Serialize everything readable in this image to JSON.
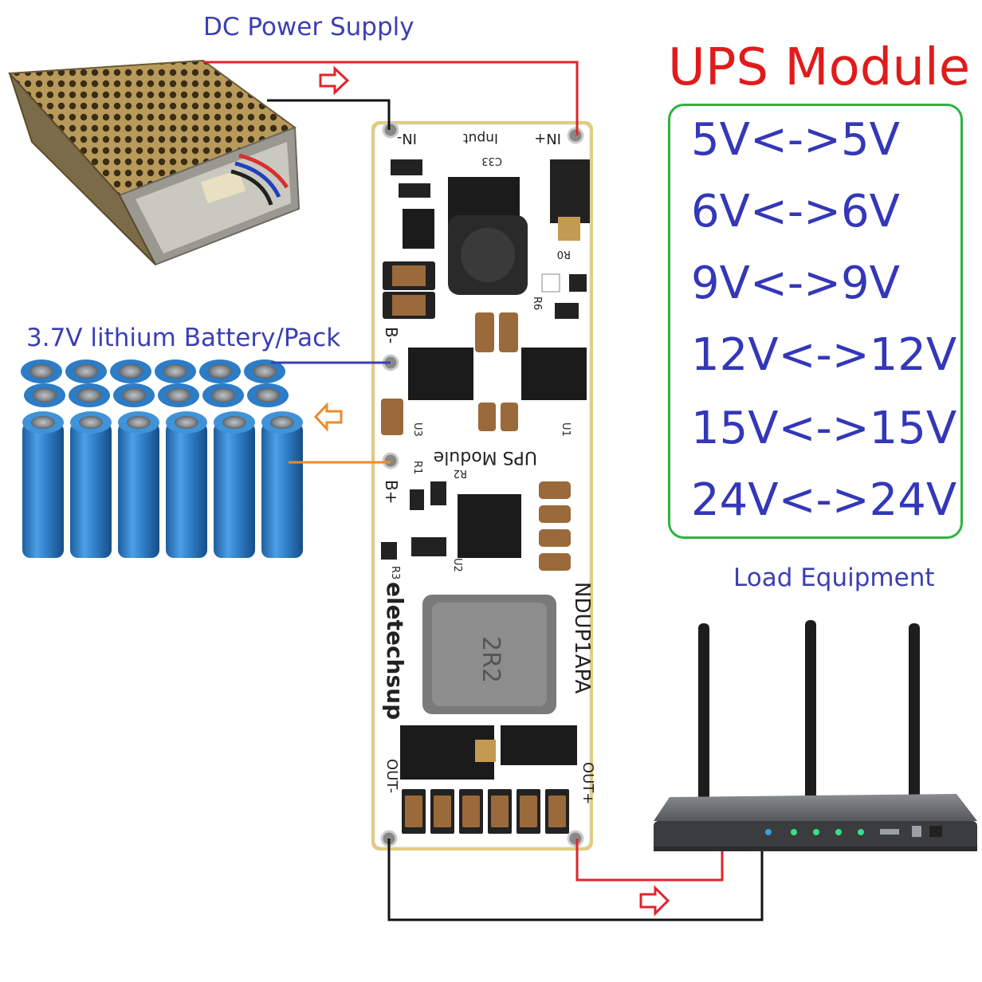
{
  "labels": {
    "power_supply": "DC Power Supply",
    "battery": "3.7V lithium Battery/Pack",
    "load": "Load Equipment"
  },
  "ups": {
    "title": "UPS Module",
    "voltages": [
      "5V<->5V",
      "6V<->6V",
      "9V<->9V",
      "12V<->12V",
      "15V<->15V",
      "24V<->24V"
    ]
  },
  "board": {
    "silk_top": [
      "IN-",
      "Input",
      "IN+"
    ],
    "silk_mid": [
      "B-",
      "B+",
      "UPS Module",
      "U1",
      "U2",
      "U3",
      "R0",
      "R1",
      "R2",
      "R3",
      "R6",
      "C33"
    ],
    "silk_bottom": [
      "OUT-",
      "OUT+"
    ],
    "model": "NDUP1APA",
    "brand": "eletechsup",
    "inductor": "2R2"
  },
  "colors": {
    "input_wire": "#e0242b",
    "ground_wire": "#111111",
    "battery_neg_wire": "#3b3fb4",
    "battery_pos_wire": "#ee8a2c",
    "box_border": "#2db33f",
    "title": "#e01b1b",
    "voltage_text": "#3337b8"
  }
}
